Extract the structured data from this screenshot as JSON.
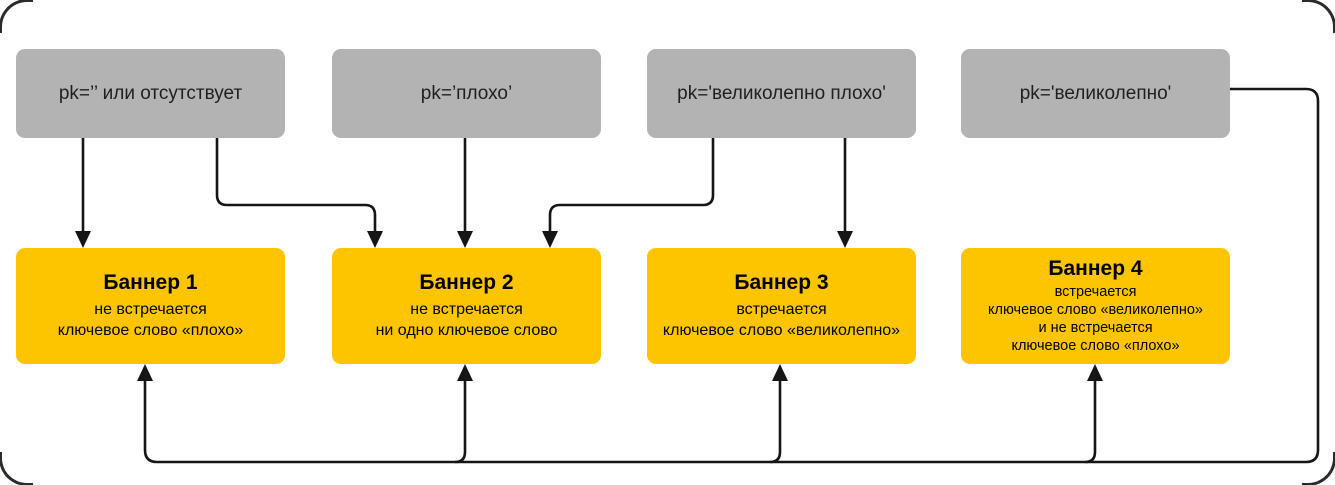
{
  "diagram": {
    "colors": {
      "background": "#ffffff",
      "source_box": "#b3b3b3",
      "banner_box": "#fdc500",
      "arrow": "#151515"
    },
    "sources": [
      {
        "id": "src-empty",
        "label": "pk=’’ или отсутствует"
      },
      {
        "id": "src-ploho",
        "label": "pk=’плохо’"
      },
      {
        "id": "src-velikolepno-ploho",
        "label": "pk='великолепно плохо'"
      },
      {
        "id": "src-velikolepno",
        "label": "pk='великолепно'"
      }
    ],
    "banners": [
      {
        "id": "banner-1",
        "title": "Баннер 1",
        "lines": [
          "не встречается",
          "ключевое слово «плохо»"
        ]
      },
      {
        "id": "banner-2",
        "title": "Баннер 2",
        "lines": [
          "не встречается",
          "ни одно ключевое слово"
        ]
      },
      {
        "id": "banner-3",
        "title": "Баннер 3",
        "lines": [
          "встречается",
          "ключевое слово «великолепно»"
        ]
      },
      {
        "id": "banner-4",
        "title": "Баннер 4",
        "lines": [
          "встречается",
          "ключевое слово «великолепно»",
          "и не встречается",
          "ключевое слово «плохо»"
        ]
      }
    ],
    "edges": [
      {
        "from": "src-empty",
        "to": "banner-1"
      },
      {
        "from": "src-empty",
        "to": "banner-2"
      },
      {
        "from": "src-ploho",
        "to": "banner-2"
      },
      {
        "from": "src-velikolepno-ploho",
        "to": "banner-2"
      },
      {
        "from": "src-velikolepno-ploho",
        "to": "banner-3"
      },
      {
        "from": "src-velikolepno",
        "to": "banner-1"
      },
      {
        "from": "src-velikolepno",
        "to": "banner-2"
      },
      {
        "from": "src-velikolepno",
        "to": "banner-3"
      },
      {
        "from": "src-velikolepno",
        "to": "banner-4"
      }
    ]
  }
}
